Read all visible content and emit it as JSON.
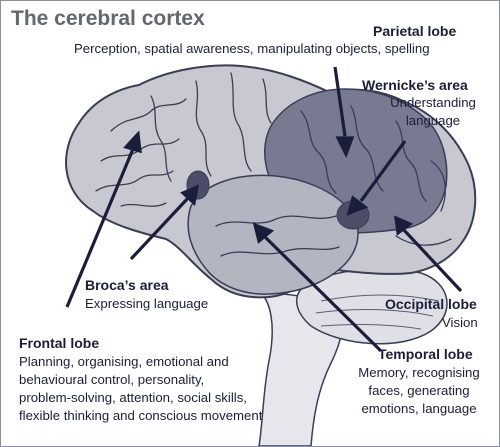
{
  "title": "The cerebral cortex",
  "labels": {
    "parietal": {
      "name": "Parietal lobe",
      "desc": "Perception, spatial awareness, manipulating objects, spelling"
    },
    "wernicke": {
      "name": "Wernicke’s area",
      "desc_line1": "Understanding",
      "desc_line2": "language"
    },
    "broca": {
      "name": "Broca’s area",
      "desc": "Expressing language"
    },
    "occipital": {
      "name": "Occipital lobe",
      "desc": "Vision"
    },
    "frontal": {
      "name": "Frontal lobe",
      "desc_lines": [
        "Planning, organising, emotional and",
        "behavioural control, personality,",
        "problem-solving, attention, social skills,",
        "flexible thinking and conscious movement"
      ]
    },
    "temporal": {
      "name": "Temporal lobe",
      "desc_lines": [
        "Memory, recognising",
        "faces, generating",
        "emotions, language"
      ]
    }
  },
  "colors": {
    "cortex": "#c8c9d0",
    "cortex_outline": "#3a3d57",
    "parietal_fill": "#777a90",
    "temporal_fill": "#b3b5c0",
    "highlight_area": "#4b4e66",
    "pointer": "#1b1e3a",
    "title": "#64676f"
  }
}
